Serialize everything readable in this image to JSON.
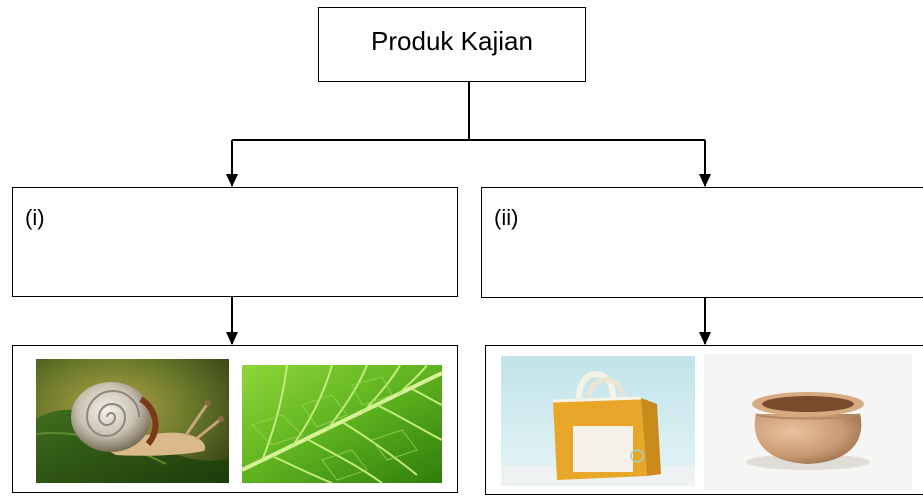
{
  "root": {
    "title": "Produk Kajian"
  },
  "branches": [
    {
      "label": "(i)",
      "images": [
        "snail-photo",
        "leaf-photo"
      ]
    },
    {
      "label": "(ii)",
      "images": [
        "tote-bag-photo",
        "clay-pot-photo"
      ]
    }
  ]
}
